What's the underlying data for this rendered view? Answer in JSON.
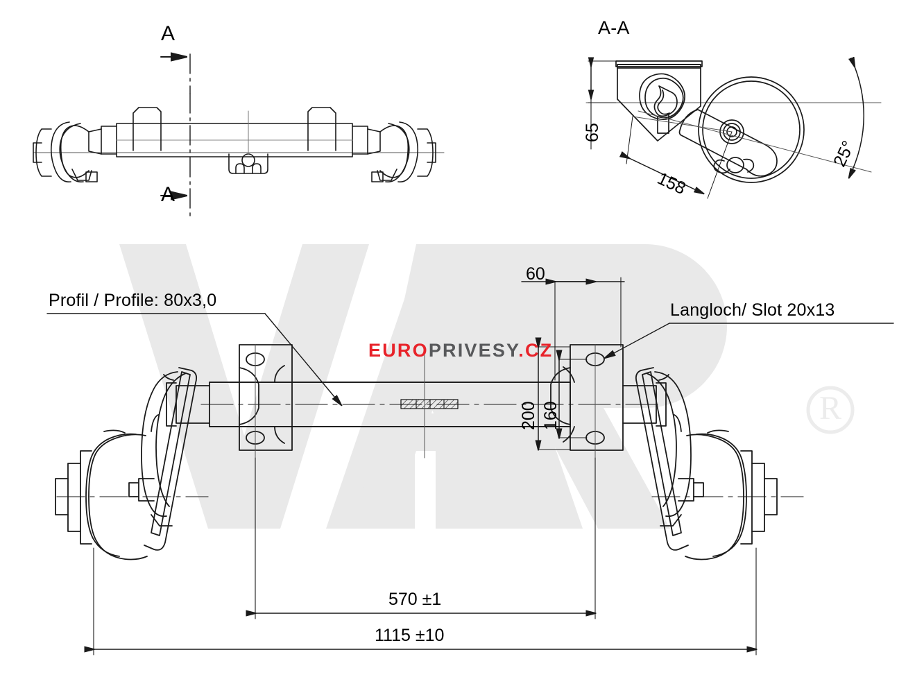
{
  "drawing": {
    "title_section": "A-A",
    "section_marks": {
      "top": "A",
      "bottom": "A"
    },
    "labels": {
      "profile": "Profil / Profile: 80x3,0",
      "slot": "Langloch/ Slot 20x13"
    },
    "dimensions": {
      "section_height": "65",
      "section_width": "158",
      "section_angle": "25°",
      "bracket_offset": "60",
      "bracket_hole_spacing": "160",
      "bracket_plate_height": "200",
      "flange_distance": "570 ±1",
      "overall_length": "1115 ±10"
    }
  },
  "watermark": {
    "brand_text": "VARP",
    "registered_mark": "®",
    "color": "#e9e9e9"
  },
  "logo": {
    "part1": "EURO",
    "part2": "PRIVESY",
    "part3": ".",
    "part4": "CZ",
    "accent_color": "#e8232a",
    "gray_color": "#58595b"
  },
  "colors": {
    "line": "#1a1a1a",
    "background": "#ffffff"
  }
}
